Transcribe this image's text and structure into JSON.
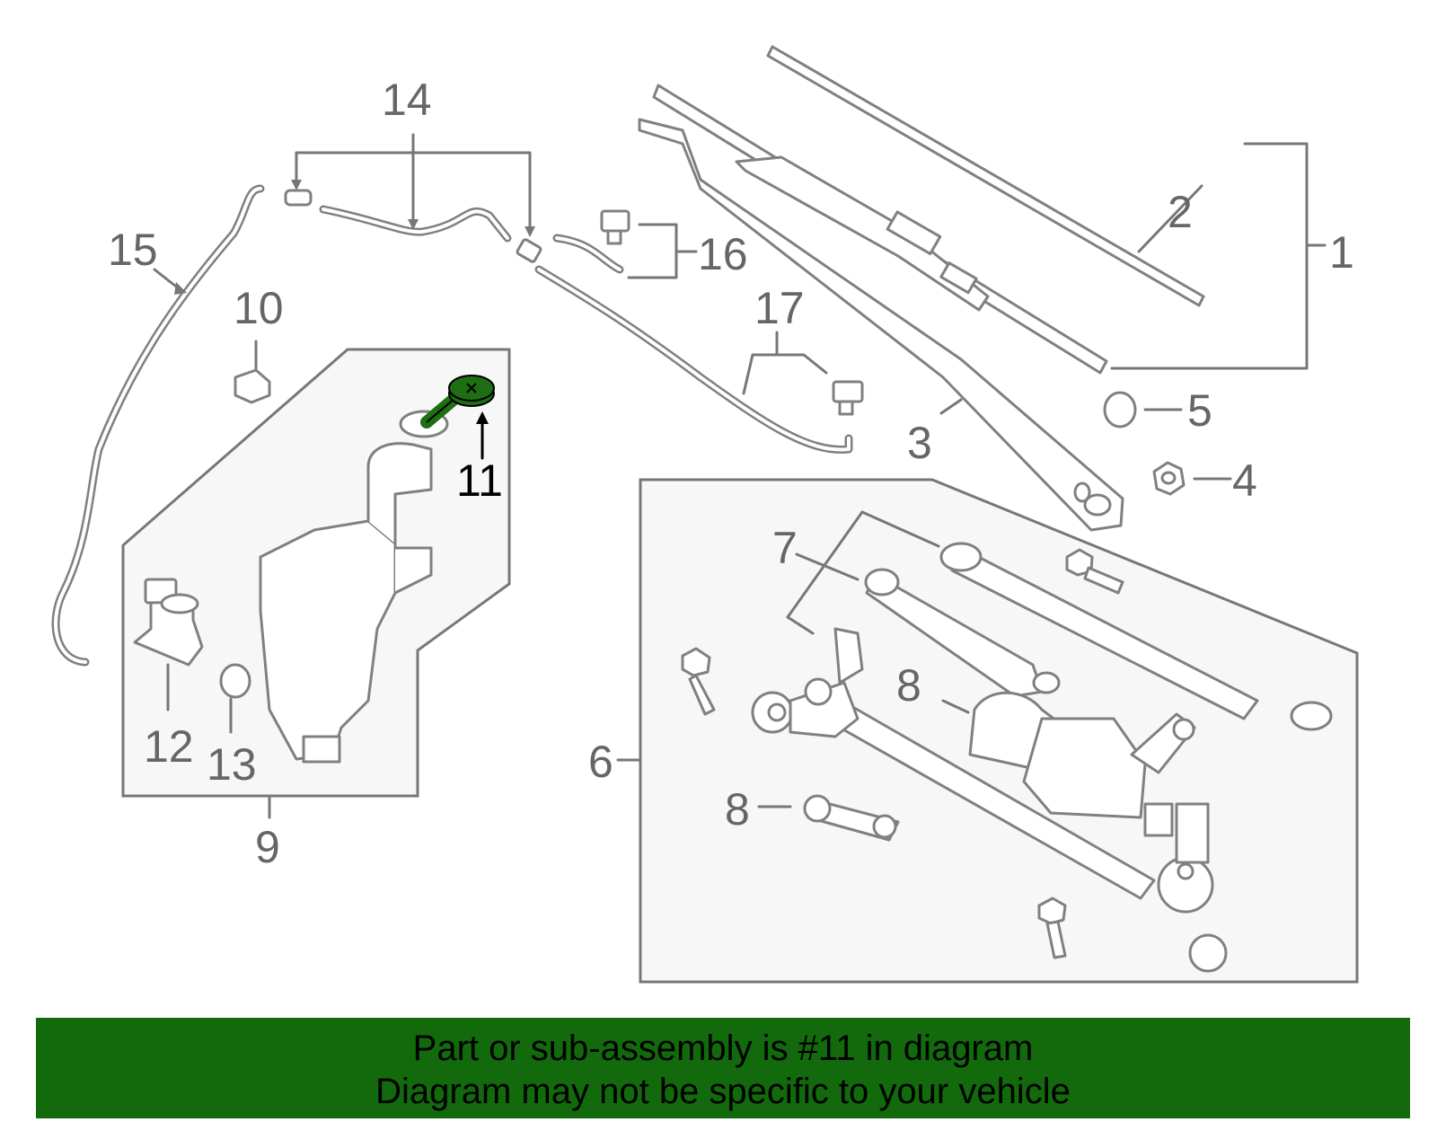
{
  "callouts": {
    "c1": "1",
    "c2": "2",
    "c3": "3",
    "c4": "4",
    "c5": "5",
    "c6": "6",
    "c7": "7",
    "c8a": "8",
    "c8b": "8",
    "c9": "9",
    "c10": "10",
    "c11": "11",
    "c12": "12",
    "c13": "13",
    "c14": "14",
    "c15": "15",
    "c16": "16",
    "c17": "17"
  },
  "highlight_part": "11",
  "colors": {
    "highlight": "#1e6e14",
    "banner": "#126a0c",
    "line": "#777777"
  },
  "banner": {
    "line1": "Part or sub-assembly is #11 in diagram",
    "line2": "Diagram may not be specific to your vehicle"
  }
}
